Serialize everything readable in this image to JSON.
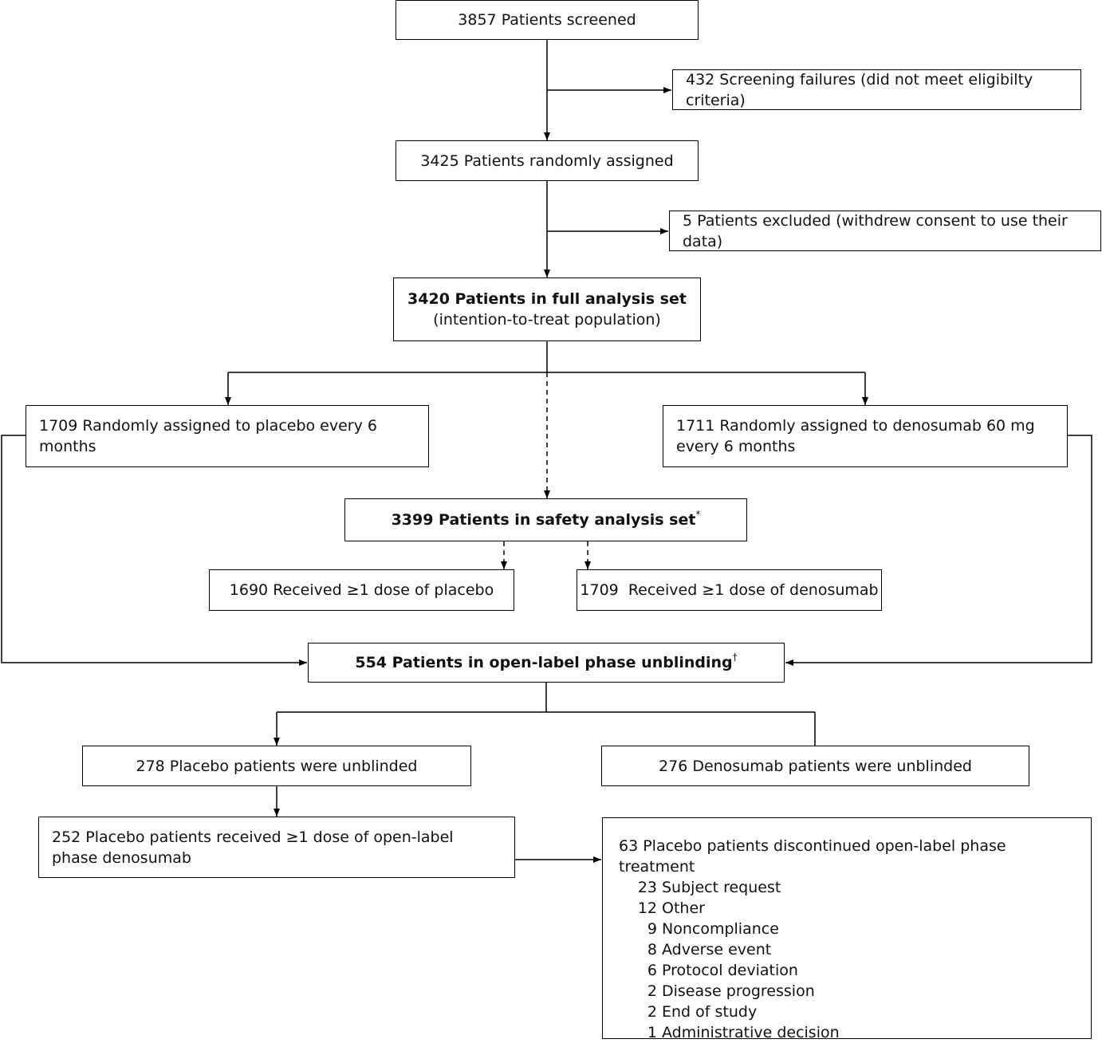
{
  "screened": "3857 Patients screened",
  "screening_failures": "432 Screening failures (did not meet eligibilty criteria)",
  "randomized": "3425 Patients randomly assigned",
  "excluded": "5 Patients excluded (withdrew consent to use their data)",
  "full_analysis": {
    "title": "3420 Patients in full analysis set",
    "subtitle": "(intention-to-treat population)"
  },
  "placebo_arm": "1709 Randomly assigned to placebo every 6 months",
  "denosumab_arm": "1711 Randomly assigned to denosumab 60 mg every 6 months",
  "safety": {
    "title": "3399 Patients in safety analysis set",
    "mark": "*"
  },
  "received_placebo": "1690 Received ≥1 dose of placebo",
  "received_denosumab": "1709  Received ≥1 dose of denosumab",
  "open_label": {
    "title": "554 Patients in open-label phase unblinding",
    "mark": "†"
  },
  "placebo_unblinded": "278 Placebo patients were unblinded",
  "denosumab_unblinded": "276 Denosumab patients were unblinded",
  "placebo_received_ol": "252 Placebo patients received ≥1 dose of open-label phase denosumab",
  "discontinued": {
    "title": "63 Placebo patients discontinued open-label phase treatment",
    "reasons": [
      {
        "n": "23",
        "label": "Subject request"
      },
      {
        "n": "12",
        "label": "Other"
      },
      {
        "n": "9",
        "label": "Noncompliance"
      },
      {
        "n": "8",
        "label": "Adverse event"
      },
      {
        "n": "6",
        "label": "Protocol deviation"
      },
      {
        "n": "2",
        "label": "Disease progression"
      },
      {
        "n": "2",
        "label": "End of study"
      },
      {
        "n": "1",
        "label": "Administrative decision"
      }
    ]
  }
}
